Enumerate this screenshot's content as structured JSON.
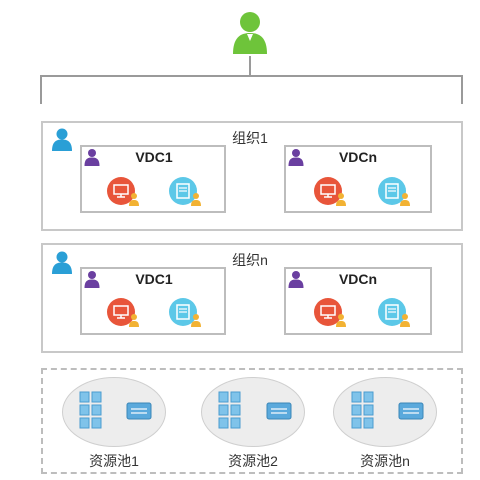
{
  "diagram": {
    "organizations": [
      {
        "title": "组织1",
        "vdcs": [
          {
            "title": "VDC1"
          },
          {
            "title": "VDCn"
          }
        ]
      },
      {
        "title": "组织n",
        "vdcs": [
          {
            "title": "VDC1"
          },
          {
            "title": "VDCn"
          }
        ]
      }
    ],
    "resource_pools": [
      {
        "label": "资源池1"
      },
      {
        "label": "资源池2"
      },
      {
        "label": "资源池n"
      }
    ],
    "icons": {
      "top_user": "user-icon",
      "org_user": "org-admin-icon",
      "vdc_user": "vdc-admin-icon",
      "vm": "virtual-machine-icon",
      "storage": "storage-icon",
      "server": "server-cluster-icon",
      "switch": "network-switch-icon"
    },
    "colors": {
      "top_user": "#6ec43a",
      "org_user": "#2a9fd6",
      "vdc_user": "#6a3fa0",
      "vm_circle": "#e8553a",
      "storage_circle": "#5cc8e8",
      "badge_user": "#f2b233",
      "box_border": "#c8c8c8",
      "pool_bg": "#ededed"
    }
  }
}
